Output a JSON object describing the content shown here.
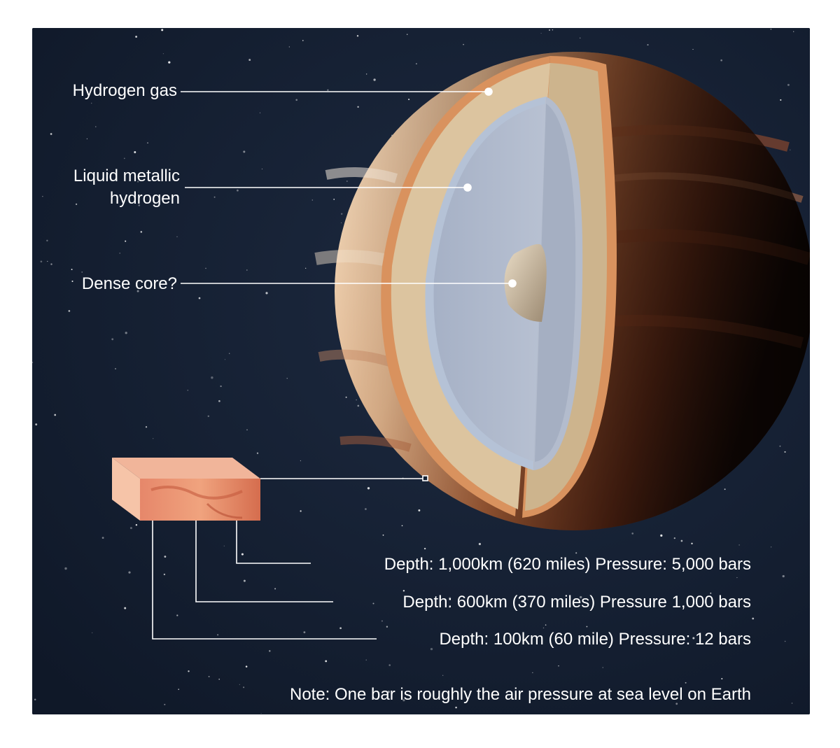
{
  "layers": {
    "hydrogen_gas": "Hydrogen gas",
    "liquid_metallic_line1": "Liquid metallic",
    "liquid_metallic_line2": "hydrogen",
    "dense_core": "Dense core?"
  },
  "depths": [
    "Depth: 1,000km (620 miles) Pressure: 5,000 bars",
    "Depth: 600km (370 miles) Pressure 1,000 bars",
    "Depth: 100km (60 mile) Pressure: 12 bars"
  ],
  "note": "Note: One bar is roughly the air pressure at sea level on Earth",
  "colors": {
    "background": "#142033",
    "outer_shell": "#d8c09a",
    "shell_rim": "#d9925e",
    "metallic_layer": "#a9b4c8",
    "core": "#cdb89c",
    "planet_band": "#a8522c"
  }
}
